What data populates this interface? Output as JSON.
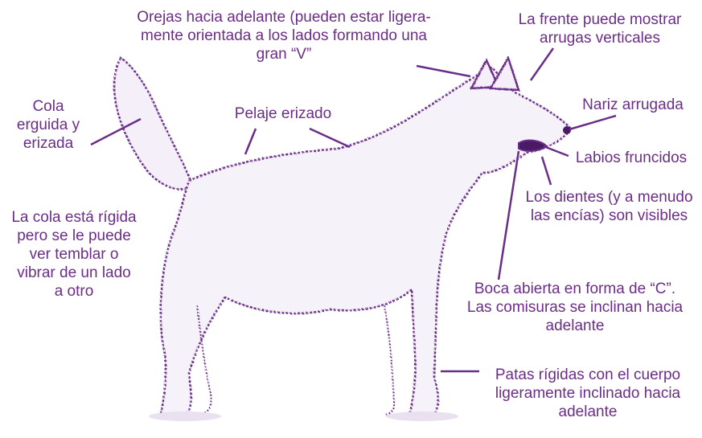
{
  "colors": {
    "ink": "#6b2e86",
    "fill": "#f4eff8",
    "line": "#6a2e88"
  },
  "labels": {
    "ears": "Orejas hacia adelante (pueden estar ligera-\nmente orientada a los lados formando una\ngran “V”",
    "forehead": "La frente puede mostrar\narrugas verticales",
    "nose": "Nariz arrugada",
    "tail_up": "Cola\nerguida y\nerizada",
    "fur": "Pelaje erizado",
    "lips": "Labios fruncidos",
    "teeth": "Los dientes (y a menudo\nlas encías) son visibles",
    "tail_rigid": "La cola está rígida\npero se le puede\nver temblar o\nvibrar de un lado\na otro",
    "mouth": "Boca abierta en forma de “C”.\nLas comisuras se inclinan hacia\nadelante",
    "legs": "Patas rígidas con el cuerpo\nligeramente inclinado hacia\nadelante"
  }
}
